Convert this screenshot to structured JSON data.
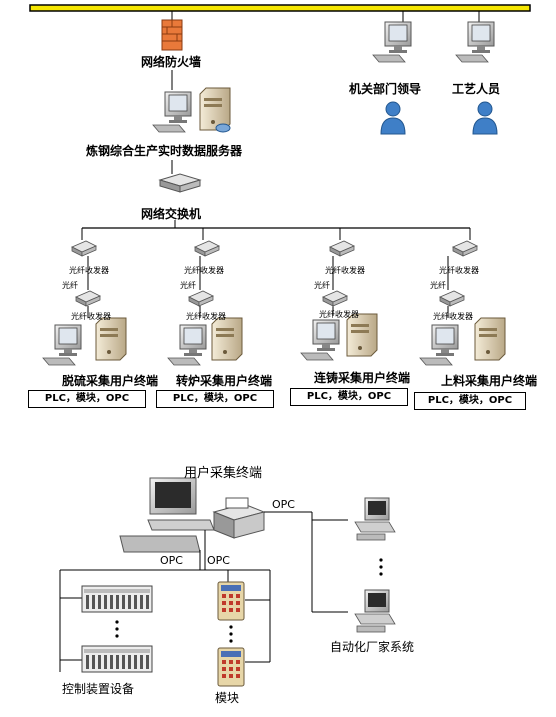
{
  "top": {
    "firewall": "网络防火墙",
    "server": "炼钢综合生产实时数据服务器",
    "switch": "网络交换机",
    "leader": "机关部门领导",
    "staff": "工艺人员"
  },
  "branches": [
    {
      "transceiver_upper": "光纤收发器",
      "fiber": "光纤",
      "transceiver_lower": "光纤收发器",
      "terminal": "脱硫采集用户终端",
      "io": "PLC，模块，OPC"
    },
    {
      "transceiver_upper": "光纤收发器",
      "fiber": "光纤",
      "transceiver_lower": "光纤收发器",
      "terminal": "转炉采集用户终端",
      "io": "PLC，模块，OPC"
    },
    {
      "transceiver_upper": "光纤收发器",
      "fiber": "光纤",
      "transceiver_lower": "光纤收发器",
      "terminal": "连铸采集用户终端",
      "io": "PLC，模块，OPC"
    },
    {
      "transceiver_upper": "光纤收发器",
      "fiber": "光纤",
      "transceiver_lower": "光纤收发器",
      "terminal": "上料采集用户终端",
      "io": "PLC，模块，OPC"
    }
  ],
  "bottom": {
    "terminal": "用户采集终端",
    "opc_right": "OPC",
    "opc_left": "OPC",
    "opc_mid": "OPC",
    "control": "控制装置设备",
    "module": "模块",
    "auto": "自动化厂家系统"
  },
  "colors": {
    "bus": "#000000",
    "busFill": "#f5e600",
    "person": "#3f7fc7",
    "firewall": "#e9793a"
  }
}
